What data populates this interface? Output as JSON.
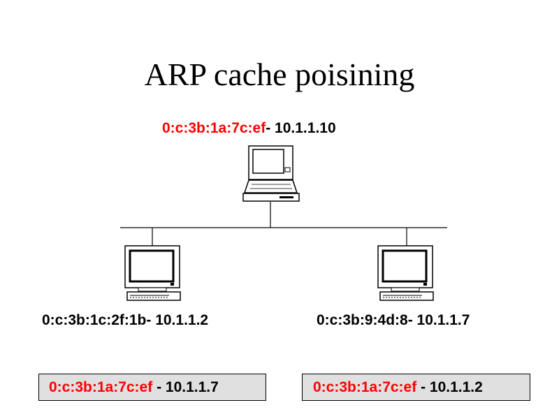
{
  "title": "ARP cache poisining",
  "attacker": {
    "mac": "0:c:3b:1a:7c:ef",
    "ip": "- 10.1.1.10"
  },
  "host_left": {
    "mac_ip": "0:c:3b:1c:2f:1b- 10.1.1.2"
  },
  "host_right": {
    "mac_ip": "0:c:3b:9:4d:8- 10.1.1.7"
  },
  "cache_left": {
    "mac": "0:c:3b:1a:7c:ef",
    "ip": " - 10.1.1.7"
  },
  "cache_right": {
    "mac": "0:c:3b:1a:7c:ef",
    "ip": " - 10.1.1.2"
  },
  "colors": {
    "poison_mac": "#ff0000",
    "cache_box_bg": "#e0e0e0"
  },
  "icons": {
    "attacker": "laptop-icon",
    "hosts": "desktop-computer-icon"
  }
}
